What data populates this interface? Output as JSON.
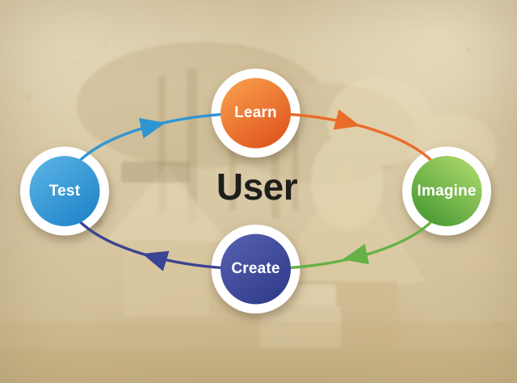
{
  "diagram": {
    "center_label": "User",
    "nodes": [
      {
        "id": "learn",
        "label": "Learn",
        "fill_light": "#f79a49",
        "fill_dark": "#e0561f"
      },
      {
        "id": "imagine",
        "label": "Imagine",
        "fill_light": "#a4d367",
        "fill_dark": "#4f9d36"
      },
      {
        "id": "create",
        "label": "Create",
        "fill_light": "#525cab",
        "fill_dark": "#303b8a"
      },
      {
        "id": "test",
        "label": "Test",
        "fill_light": "#55aee2",
        "fill_dark": "#1f85c8"
      }
    ],
    "arrows": [
      {
        "from": "Test",
        "to": "Learn",
        "color": "#2f96d4"
      },
      {
        "from": "Learn",
        "to": "Imagine",
        "color": "#ea6c2b"
      },
      {
        "from": "Imagine",
        "to": "Create",
        "color": "#66b147"
      },
      {
        "from": "Create",
        "to": "Test",
        "color": "#3a4394"
      }
    ],
    "colors": {
      "node_ring": "#ffffff",
      "node_label_text": "#ffffff",
      "center_label_text": "#1e1e1c",
      "paper_background": "#d9c9a6"
    }
  }
}
